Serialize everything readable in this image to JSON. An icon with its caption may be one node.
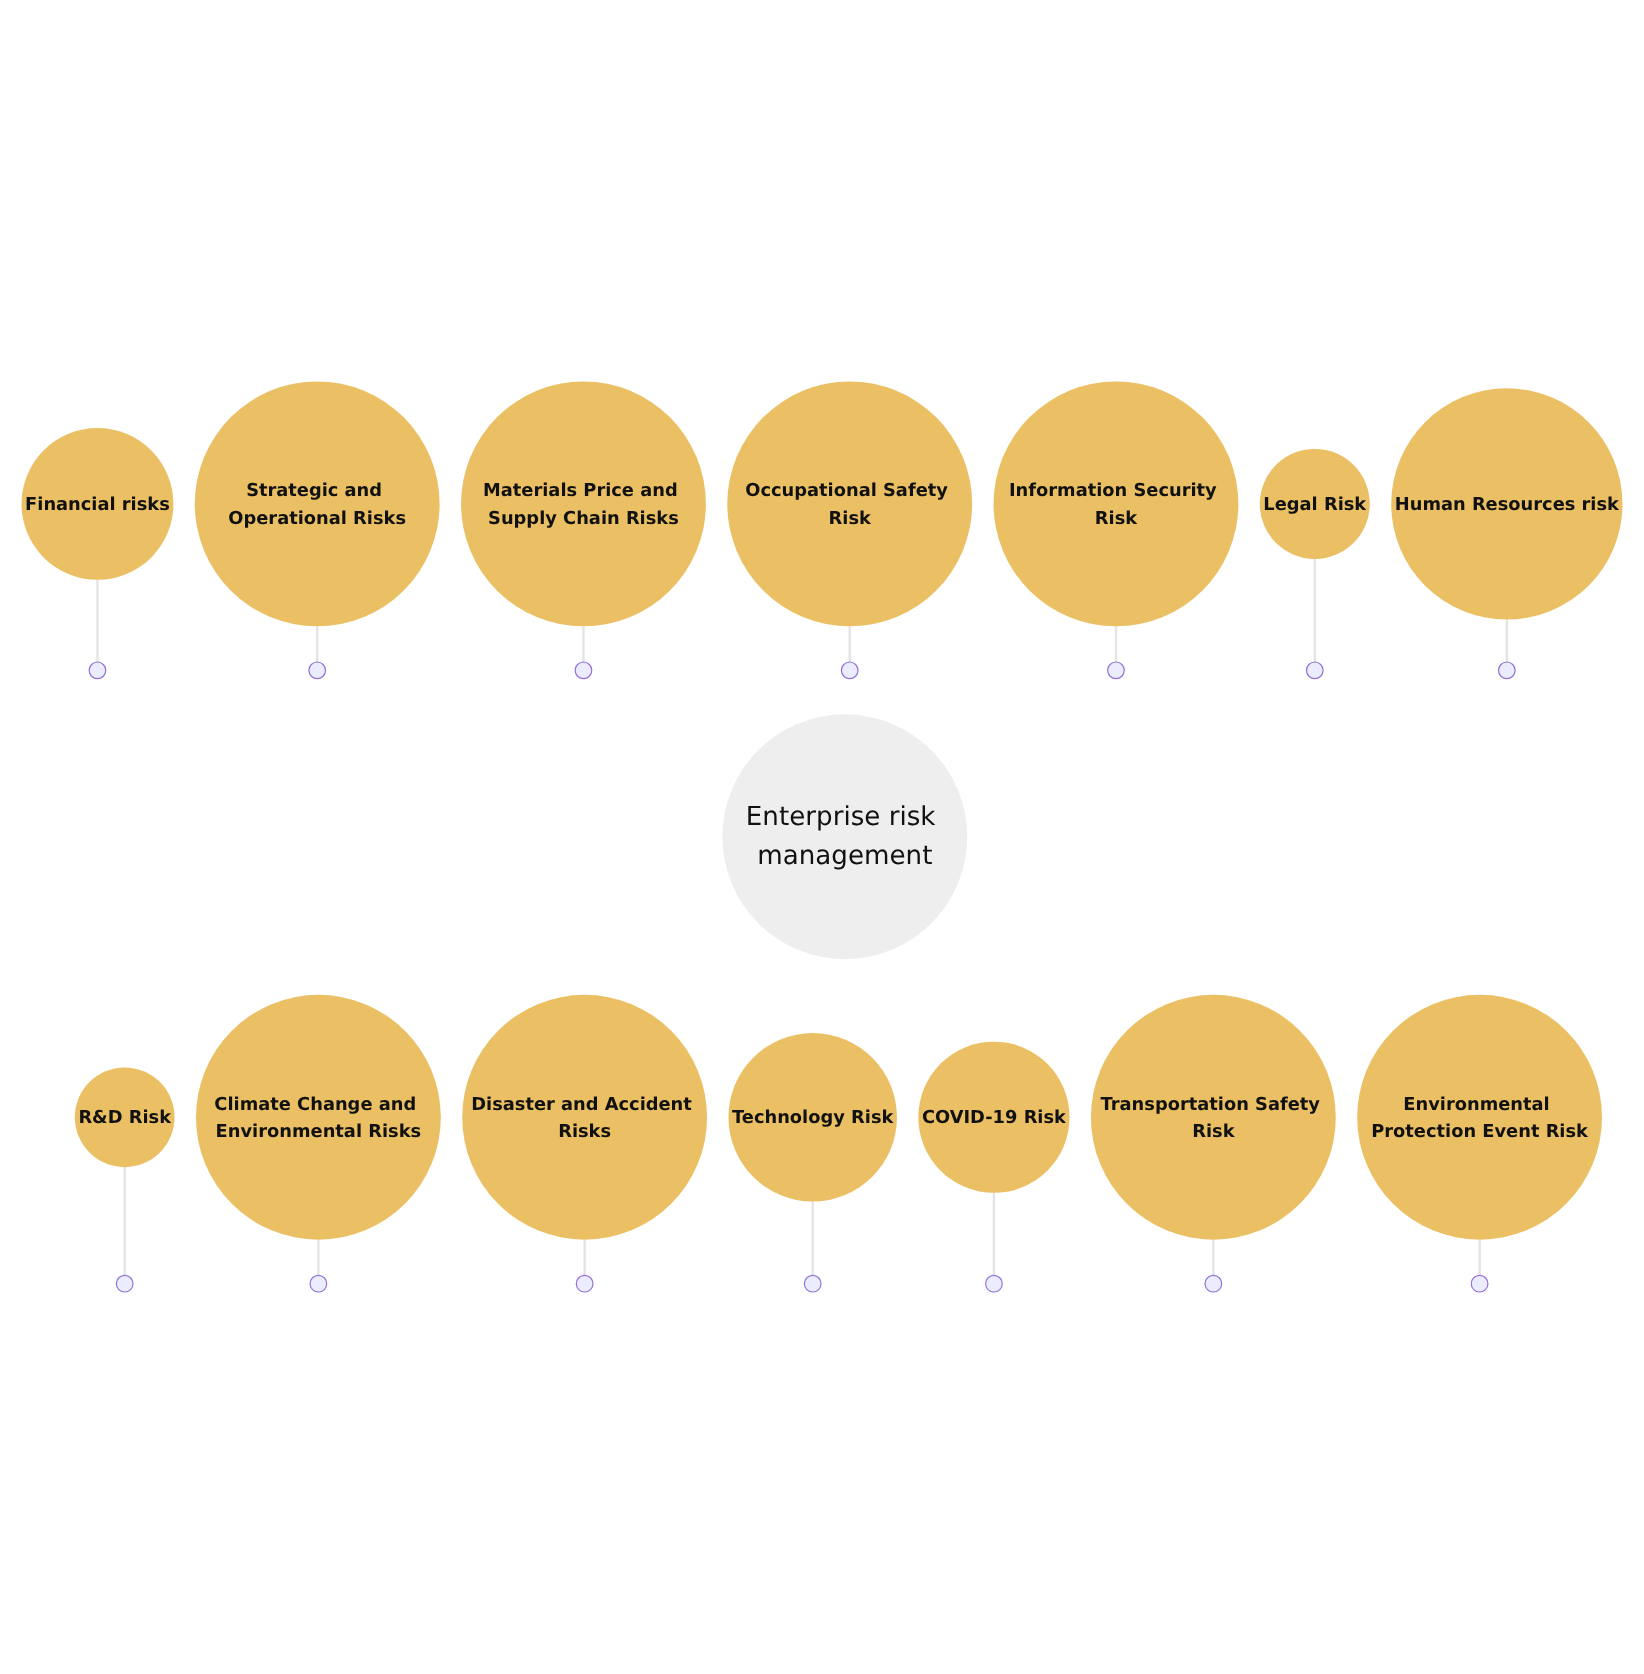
{
  "diagram": {
    "nodes": [
      {
        "text": [
          "Enterprise risk management"
        ]
      },
      {
        "text": [
          "Financial risks"
        ]
      },
      {
        "text": [
          "Strategic and Operational Risks"
        ]
      },
      {
        "text": [
          "Materials Price and Supply Chain Risks"
        ]
      },
      {
        "text": [
          "Occupational Safety Risk"
        ]
      },
      {
        "text": [
          "Information Security Risk"
        ]
      },
      {
        "text": [
          "Legal Risk"
        ]
      },
      {
        "text": [
          "Human Resources risk"
        ]
      },
      {
        "text": [
          "R&D Risk"
        ]
      },
      {
        "text": [
          "Climate Change and Environmental Risks"
        ]
      },
      {
        "text": [
          "Disaster and Accident Risks"
        ]
      },
      {
        "text": [
          "Technology Risk"
        ]
      },
      {
        "text": [
          "COVID-19 Risk"
        ]
      },
      {
        "text": [
          "Transportation Safety Risk"
        ]
      },
      {
        "text": [
          "Environmental Protection Event Risk"
        ]
      },
      {
        "text": [],
        "shape": "circle"
      },
      {
        "text": [],
        "shape": "circle"
      },
      {
        "text": [],
        "shape": "circle"
      },
      {
        "text": [],
        "shape": "circle"
      },
      {
        "text": [],
        "shape": "circle"
      },
      {
        "text": [],
        "shape": "circle"
      },
      {
        "text": [],
        "shape": "circle"
      },
      {
        "text": [],
        "shape": "circle"
      },
      {
        "text": [],
        "shape": "circle"
      },
      {
        "text": [],
        "shape": "circle"
      },
      {
        "text": [],
        "shape": "circle"
      },
      {
        "text": [],
        "shape": "circle"
      },
      {
        "text": [],
        "shape": "circle"
      },
      {
        "text": [],
        "shape": "circle"
      }
    ],
    "edges": [
      {
        "from": 1,
        "to": 15,
        "arrow": "none"
      },
      {
        "from": 2,
        "to": 16,
        "arrow": "none"
      },
      {
        "from": 3,
        "to": 17,
        "arrow": "none"
      },
      {
        "from": 4,
        "to": 18,
        "arrow": "none"
      },
      {
        "from": 5,
        "to": 19,
        "arrow": "none"
      },
      {
        "from": 6,
        "to": 20,
        "arrow": "none"
      },
      {
        "from": 7,
        "to": 21,
        "arrow": "none"
      },
      {
        "from": 8,
        "to": 22,
        "arrow": "none"
      },
      {
        "from": 9,
        "to": 23,
        "arrow": "none"
      },
      {
        "from": 10,
        "to": 24,
        "arrow": "none"
      },
      {
        "from": 11,
        "to": 25,
        "arrow": "none"
      },
      {
        "from": 12,
        "to": 26,
        "arrow": "none"
      },
      {
        "from": 13,
        "to": 27,
        "arrow": "none"
      },
      {
        "from": 14,
        "to": 28,
        "arrow": "none"
      }
    ]
  }
}
